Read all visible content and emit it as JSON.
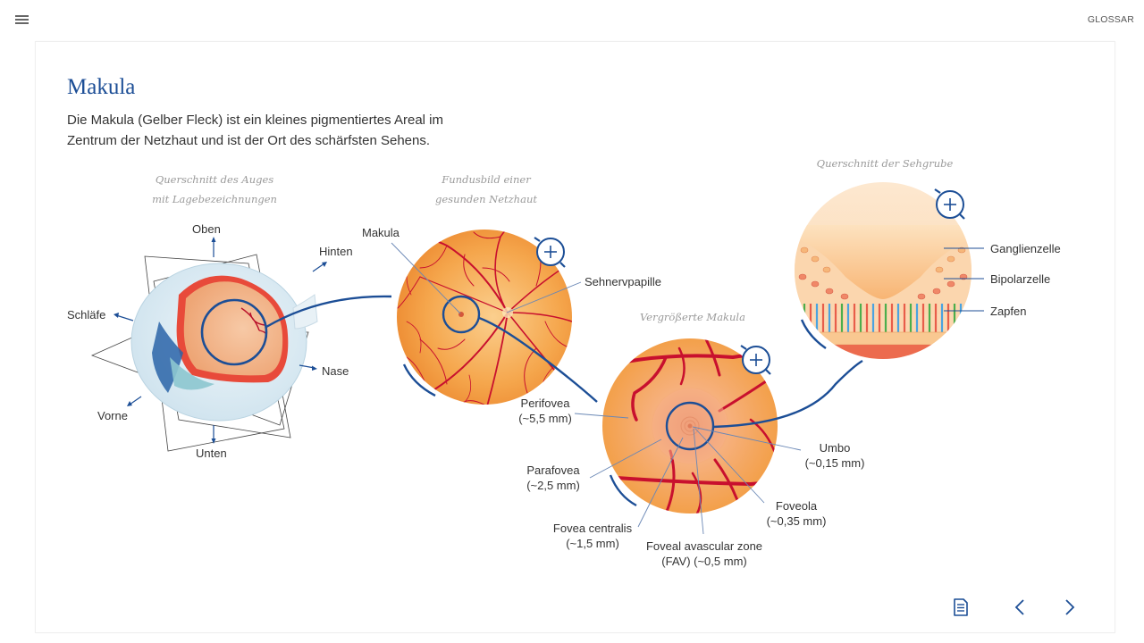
{
  "header": {
    "menu_icon": "hamburger-menu-icon",
    "glossary_label": "GLOSSAR"
  },
  "page": {
    "title": "Makula",
    "intro": "Die Makula (Gelber Fleck) ist ein kleines pigmentiertes Areal im Zentrum der Netzhaut und ist der Ort des schärfsten Sehens."
  },
  "figures": {
    "cross_section": {
      "caption_line1": "Querschnitt des Auges",
      "caption_line2": "mit Lagebezeichnungen",
      "labels": {
        "top": "Oben",
        "back": "Hinten",
        "temple": "Schläfe",
        "nose": "Nase",
        "front": "Vorne",
        "bottom": "Unten"
      }
    },
    "fundus": {
      "caption_line1": "Fundusbild einer",
      "caption_line2": "gesunden Netzhaut",
      "labels": {
        "macula": "Makula",
        "optic_disc": "Sehnervpapille"
      }
    },
    "macula_zoom": {
      "caption": "Vergrößerte Makula",
      "labels": {
        "perifovea": "Perifovea",
        "perifovea_size": "(~5,5 mm)",
        "parafovea": "Parafovea",
        "parafovea_size": "(~2,5 mm)",
        "fovea_centralis": "Fovea centralis",
        "fovea_centralis_size": "(~1,5 mm)",
        "fav": "Foveal avascular zone",
        "fav_size": "(FAV) (~0,5 mm)",
        "foveola": "Foveola",
        "foveola_size": "(~0,35 mm)",
        "umbo": "Umbo",
        "umbo_size": "(~0,15 mm)"
      }
    },
    "fovea_section": {
      "caption": "Querschnitt der Sehgrube",
      "labels": {
        "ganglion": "Ganglienzelle",
        "bipolar": "Bipolarzelle",
        "cones": "Zapfen"
      }
    }
  },
  "footer": {
    "notes_icon": "document-icon",
    "prev_icon": "chevron-left-icon",
    "next_icon": "chevron-right-icon"
  },
  "colors": {
    "accent": "#1c4e96",
    "vessel": "#c8102e",
    "retina_orange": "#f4a24a"
  }
}
